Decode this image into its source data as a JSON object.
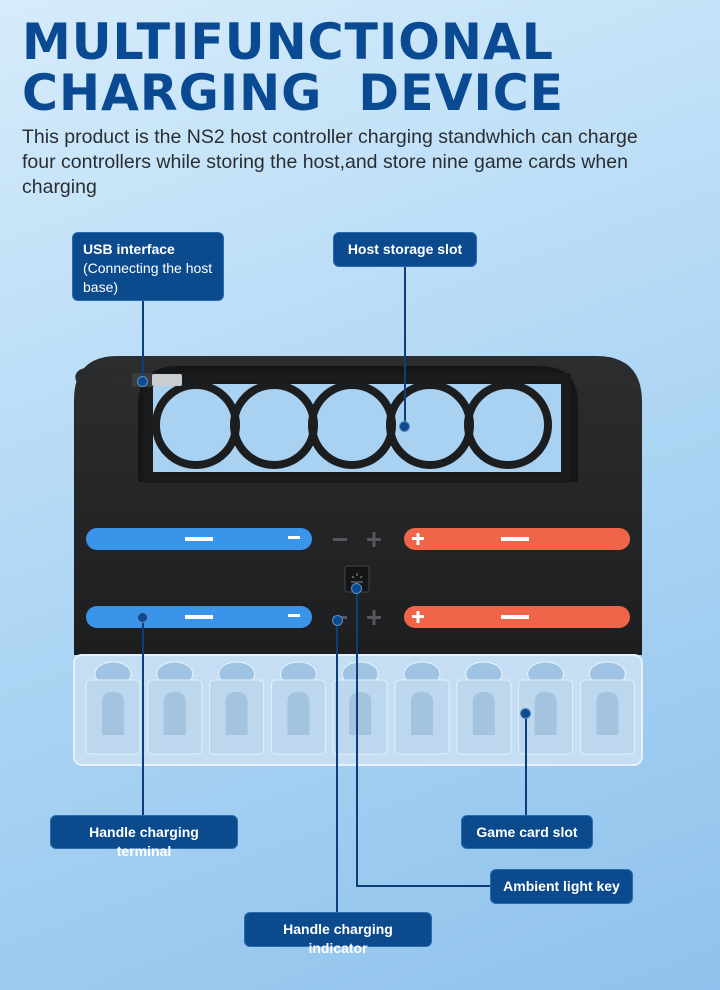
{
  "title": {
    "line1": "MULTIFUNCTIONAL",
    "line2": "CHARGING  DEVICE"
  },
  "description": "This product is the NS2 host controller charging standwhich can charge four controllers while storing the host,and store nine game cards when charging",
  "callouts": {
    "usb": {
      "label": "USB interface",
      "sub": "(Connecting the host base)"
    },
    "host_slot": {
      "label": "Host storage slot"
    },
    "terminal": {
      "label": "Handle charging terminal"
    },
    "card_slot": {
      "label": "Game card slot"
    },
    "light_key": {
      "label": "Ambient light key"
    },
    "indicator": {
      "label": "Handle charging indicator"
    }
  },
  "colors": {
    "brand": "#0c4a8e",
    "left_rail": "#3a95ea",
    "right_rail": "#f0654a",
    "device": "#242526"
  }
}
